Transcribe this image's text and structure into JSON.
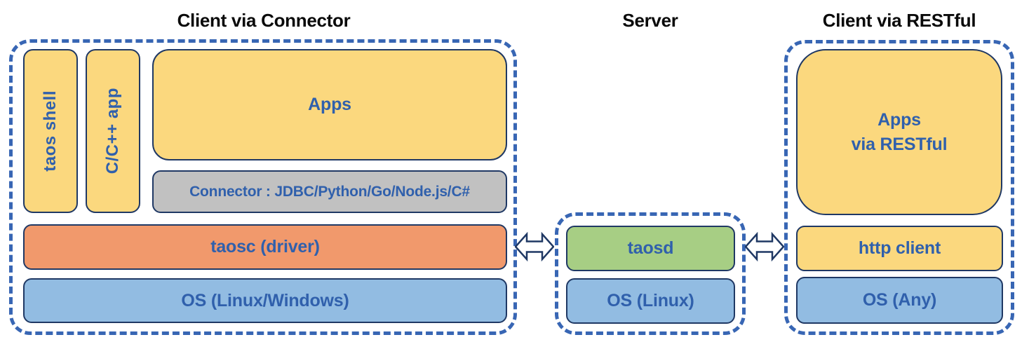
{
  "colors": {
    "dash-blue": "#3866B4",
    "box-border": "#1F3864",
    "label-blue": "#3060AC",
    "title-black": "#0A0A0A",
    "yellow": "#FBD87E",
    "orange": "#F1996C",
    "green": "#A7CE84",
    "light-blue": "#92BCE2",
    "gray": "#C1C1C1"
  },
  "sections": {
    "connector_client": {
      "title": "Client via Connector",
      "taos_shell": "taos shell",
      "cpp_app": "C/C++ app",
      "apps": "Apps",
      "connector": "Connector : JDBC/Python/Go/Node.js/C#",
      "taosc": "taosc (driver)",
      "os": "OS (Linux/Windows)"
    },
    "server": {
      "title": "Server",
      "taosd": "taosd",
      "os": "OS (Linux)"
    },
    "restful_client": {
      "title": "Client via RESTful",
      "apps_line1": "Apps",
      "apps_line2": "via RESTful",
      "http_client": "http client",
      "os": "OS (Any)"
    }
  },
  "icons": {
    "left_link": "bidirectional-arrow",
    "right_link": "bidirectional-arrow"
  }
}
